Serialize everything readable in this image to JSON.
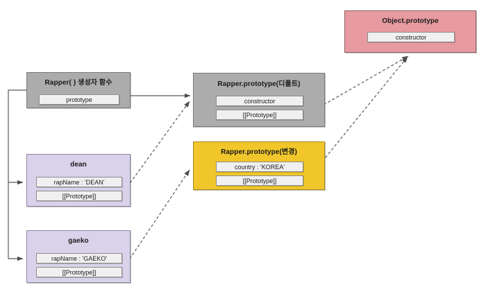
{
  "diagram": {
    "title": "JavaScript prototype chain diagram",
    "colors": {
      "gray": "#acacac",
      "red": "#e79ba0",
      "yellow": "#f0c62a",
      "purple": "#d9d2ea",
      "row": "#f0f0f0",
      "edge": "#595959",
      "background": "#ffffff"
    },
    "nodes": {
      "constructor_func": {
        "title": "Rapper( ) 생성자 함수",
        "rows": [
          "prototype"
        ]
      },
      "rapper_proto_default": {
        "title": "Rapper.prototype(디폴트)",
        "rows": [
          "constructor",
          "[[Prototype]]"
        ]
      },
      "rapper_proto_changed": {
        "title": "Rapper.prototype(변경)",
        "rows": [
          "country : 'KOREA'",
          "[[Prototype]]"
        ]
      },
      "object_proto": {
        "title": "Object.prototype",
        "rows": [
          "constructor"
        ]
      },
      "dean": {
        "title": "dean",
        "rows": [
          "rapName : 'DEAN'",
          "[[Prototype]]"
        ]
      },
      "gaeko": {
        "title": "gaeko",
        "rows": [
          "rapName : 'GAEKO'",
          "[[Prototype]]"
        ]
      }
    },
    "edges": [
      {
        "name": "prototype-to-rapper-prototype-default",
        "style": "solid",
        "from": "constructor_func.prototype",
        "to": "rapper_proto_default"
      },
      {
        "name": "constructor-func-to-dean",
        "style": "solid",
        "from": "constructor_func",
        "to": "dean"
      },
      {
        "name": "constructor-func-to-gaeko",
        "style": "solid",
        "from": "constructor_func",
        "to": "gaeko"
      },
      {
        "name": "dean-prototype-to-rapper-prototype-default",
        "style": "dashed",
        "from": "dean.[[Prototype]]",
        "to": "rapper_proto_default"
      },
      {
        "name": "gaeko-prototype-to-rapper-prototype-changed",
        "style": "dashed",
        "from": "gaeko.[[Prototype]]",
        "to": "rapper_proto_changed"
      },
      {
        "name": "rapper-prototype-default-to-object-prototype",
        "style": "dashed",
        "from": "rapper_proto_default.[[Prototype]]",
        "to": "object_proto"
      },
      {
        "name": "rapper-prototype-changed-to-object-prototype",
        "style": "dashed",
        "from": "rapper_proto_changed.[[Prototype]]",
        "to": "object_proto"
      }
    ]
  }
}
